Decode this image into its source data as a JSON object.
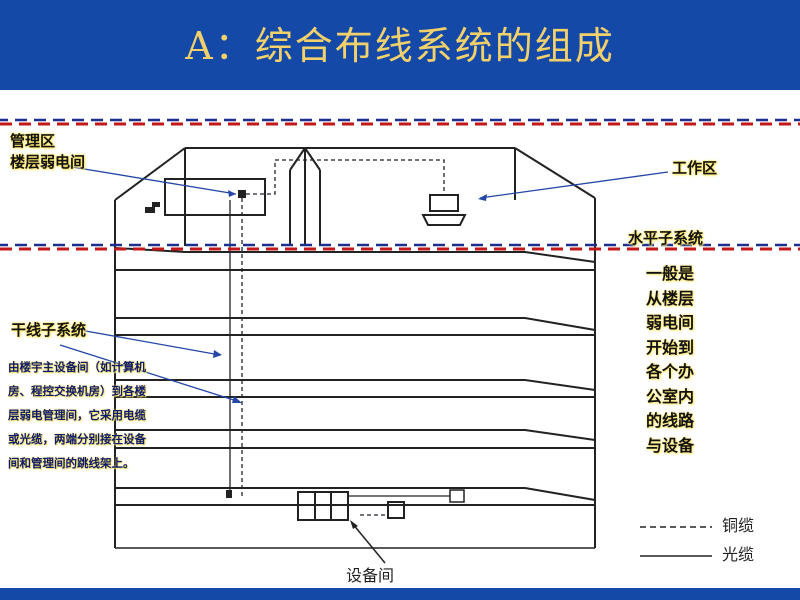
{
  "slide": {
    "title": "A：综合布线系统的组成"
  },
  "labels": {
    "management_line1": "管理区",
    "management_line2": "楼层弱电间",
    "work_area": "工作区",
    "horizontal_subsystem": "水平子系统",
    "horizontal_desc": [
      "一般是",
      "从楼层",
      "弱电间",
      "开始到",
      "各个办",
      "公室内",
      "的线路",
      "与设备"
    ],
    "backbone_subsystem": "干线子系统",
    "backbone_desc": "由楼宇主设备间（如计算机房、程控交换机房）到各楼层弱电管理间，它采用电缆或光缆，两端分别接在设备间和管理间的跳线架上。",
    "equipment_room": "设备间"
  },
  "legend": {
    "copper": "铜缆",
    "fiber": "光缆"
  },
  "colors": {
    "title_bg": "#1449a8",
    "title_text": "#f2d16b",
    "divider_red": "#c21818",
    "divider_blue": "#1b2f8f",
    "pointer_blue": "#2447a6"
  }
}
